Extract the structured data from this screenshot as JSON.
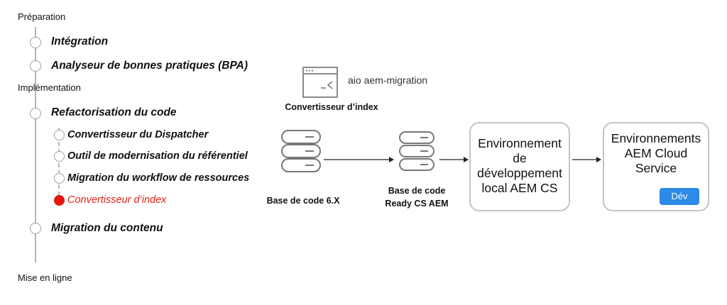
{
  "sections": {
    "preparation": "Préparation",
    "implementation": "Implémentation",
    "golive": "Mise en ligne"
  },
  "steps": {
    "integration": "Intégration",
    "bpa": "Analyseur de bonnes pratiques (BPA)",
    "refactoring": "Refactorisation du code",
    "content_migration": "Migration du contenu"
  },
  "substeps": [
    {
      "label": "Convertisseur du Dispatcher",
      "active": false
    },
    {
      "label": "Outil de modernisation du référentiel",
      "active": false
    },
    {
      "label": "Migration du workflow de ressources",
      "active": false
    },
    {
      "label": "Convertisseur d’index",
      "active": true
    }
  ],
  "tool": {
    "command": "aio aem-migration",
    "name": "Convertisseur d’index"
  },
  "codebase_source": "Base de code 6.X",
  "codebase_target": {
    "line1": "Base de code",
    "line2": "Ready CS AEM"
  },
  "env_local": {
    "line1": "Environnement",
    "line2": "de",
    "line3": "développement",
    "line4": "local AEM CS"
  },
  "env_cloud": {
    "line1": "Environnements",
    "line2": "AEM Cloud",
    "line3": "Service",
    "badge": "Dév"
  },
  "colors": {
    "active": "#e0251b",
    "badge": "#2d8ae6",
    "line": "#b4b4b4"
  }
}
